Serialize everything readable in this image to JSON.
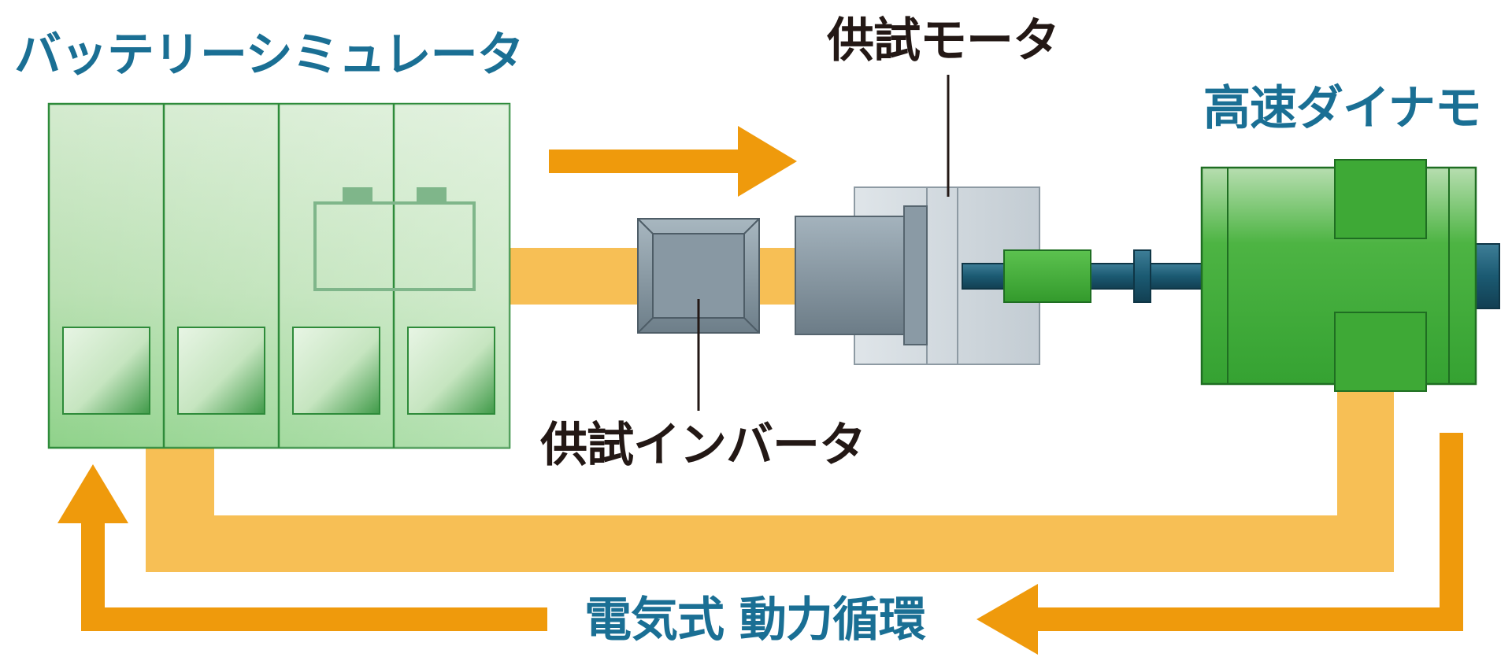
{
  "labels": {
    "battery_simulator": "バッテリーシミュレータ",
    "test_motor": "供試モータ",
    "high_speed_dyno": "高速ダイナモ",
    "test_inverter": "供試インバータ",
    "electric_power_circulation": "電気式 動力循環"
  },
  "colors": {
    "label_blue": "#1a6f94",
    "label_dark": "#231815",
    "arrow_orange": "#ef9a0c",
    "path_light_orange": "#f7bf55",
    "green_dark": "#3ea936",
    "green_light": "#d6ecd2",
    "gray_dark": "#74838d",
    "gray_light": "#c9d2d8",
    "shaft_teal": "#1b5a72"
  }
}
